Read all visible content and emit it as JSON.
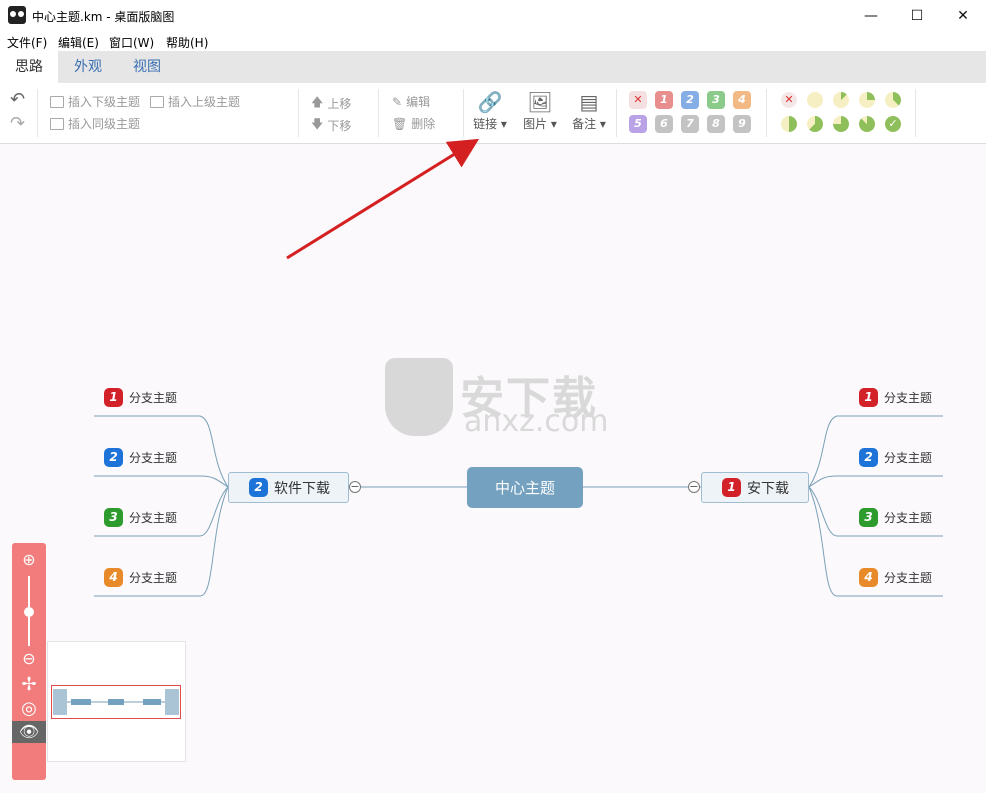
{
  "window": {
    "title": "中心主题.km - 桌面版脑图"
  },
  "menu": [
    "文件(F)",
    "编辑(E)",
    "窗口(W)",
    "帮助(H)"
  ],
  "tabs": [
    "思路",
    "外观",
    "视图"
  ],
  "ribbon": {
    "insert_child": "插入下级主题",
    "insert_parent": "插入上级主题",
    "insert_sibling": "插入同级主题",
    "move_up": "上移",
    "move_down": "下移",
    "edit": "编辑",
    "delete": "删除",
    "link": "链接",
    "image": "图片",
    "note": "备注",
    "priority_labels": [
      "1",
      "2",
      "3",
      "4",
      "5",
      "6",
      "7",
      "8",
      "9"
    ]
  },
  "watermark": {
    "text": "安下载",
    "url": "anxz.com"
  },
  "mindmap": {
    "root": "中心主题",
    "left": {
      "label": "软件下载",
      "priority": "2"
    },
    "right": {
      "label": "安下载",
      "priority": "1"
    },
    "leaf_label": "分支主题",
    "leaf_priorities": [
      "1",
      "2",
      "3",
      "4"
    ]
  },
  "colors": {
    "accent": "#3a6fb2",
    "root_node": "#73a1bf",
    "zoom_panel": "#f27b7b",
    "arrow": "#d42020"
  }
}
